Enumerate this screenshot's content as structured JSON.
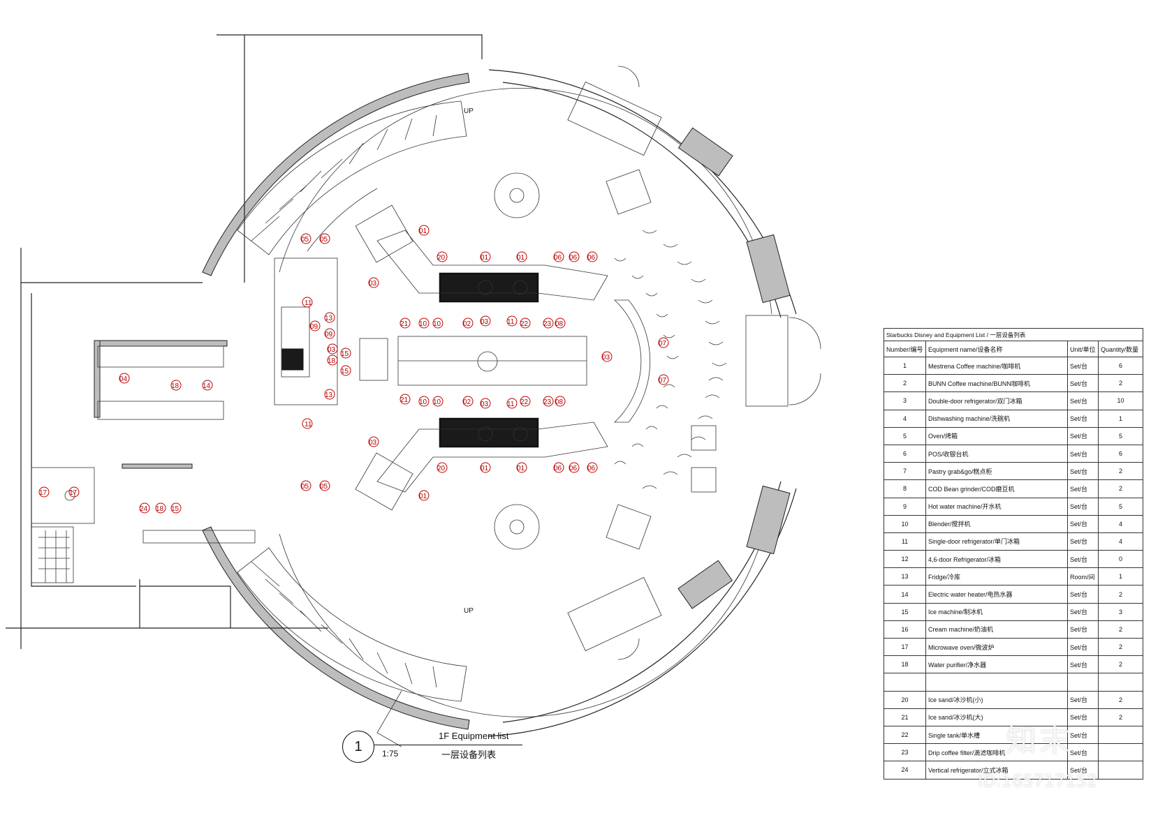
{
  "drawing": {
    "title_en": "1F Equipment list",
    "title_cn": "一层设备列表",
    "drawing_number": "1",
    "scale": "1:75",
    "up_label_top": "UP",
    "up_label_bottom": "UP"
  },
  "table": {
    "caption": "Starbucks Disney and Equipment List / 一层设备列表",
    "headers": {
      "number": "Number/编号",
      "name": "Equipment name/设备名称",
      "unit": "Unit/单位",
      "quantity": "Quantity/数量"
    },
    "rows": [
      {
        "no": "1",
        "name": "Mestrena Coffee machine/咖啡机",
        "unit": "Set/台",
        "qty": "6"
      },
      {
        "no": "2",
        "name": "BUNN Coffee machine/BUNN咖啡机",
        "unit": "Set/台",
        "qty": "2"
      },
      {
        "no": "3",
        "name": "Double-door refrigerator/双门冰箱",
        "unit": "Set/台",
        "qty": "10"
      },
      {
        "no": "4",
        "name": "Dishwashing machine/洗碗机",
        "unit": "Set/台",
        "qty": "1"
      },
      {
        "no": "5",
        "name": "Oven/烤箱",
        "unit": "Set/台",
        "qty": "5"
      },
      {
        "no": "6",
        "name": "POS/收银台机",
        "unit": "Set/台",
        "qty": "6"
      },
      {
        "no": "7",
        "name": "Pastry grab&go/糕点柜",
        "unit": "Set/台",
        "qty": "2"
      },
      {
        "no": "8",
        "name": "COD Bean grinder/COD磨豆机",
        "unit": "Set/台",
        "qty": "2"
      },
      {
        "no": "9",
        "name": "Hot water machine/开水机",
        "unit": "Set/台",
        "qty": "5"
      },
      {
        "no": "10",
        "name": "Blender/搅拌机",
        "unit": "Set/台",
        "qty": "4"
      },
      {
        "no": "11",
        "name": "Single-door refrigerator/单门冰箱",
        "unit": "Set/台",
        "qty": "4"
      },
      {
        "no": "12",
        "name": "4,6-door Refrigerator/冰箱",
        "unit": "Set/台",
        "qty": "0"
      },
      {
        "no": "13",
        "name": "Fridge/冷库",
        "unit": "Room/间",
        "qty": "1"
      },
      {
        "no": "14",
        "name": "Electric water heater/电热水器",
        "unit": "Set/台",
        "qty": "2"
      },
      {
        "no": "15",
        "name": "Ice machine/制冰机",
        "unit": "Set/台",
        "qty": "3"
      },
      {
        "no": "16",
        "name": "Cream machine/奶油机",
        "unit": "Set/台",
        "qty": "2"
      },
      {
        "no": "17",
        "name": "Microwave oven/微波炉",
        "unit": "Set/台",
        "qty": "2"
      },
      {
        "no": "18",
        "name": "Water purifier/净水器",
        "unit": "Set/台",
        "qty": "2"
      },
      {
        "no": "",
        "name": "",
        "unit": "",
        "qty": ""
      },
      {
        "no": "20",
        "name": "Ice sand/冰沙机(小)",
        "unit": "Set/台",
        "qty": "2"
      },
      {
        "no": "21",
        "name": "Ice sand/冰沙机(大)",
        "unit": "Set/台",
        "qty": "2"
      },
      {
        "no": "22",
        "name": "Single tank/单水槽",
        "unit": "Set/台",
        "qty": ""
      },
      {
        "no": "23",
        "name": "Drip coffee filter/滴滤咖啡机",
        "unit": "Set/台",
        "qty": ""
      },
      {
        "no": "24",
        "name": "Vertical refrigerator/立式冰箱",
        "unit": "Set/台",
        "qty": ""
      }
    ]
  },
  "tags": {
    "t01": "01",
    "t02": "02",
    "t03": "03",
    "t04": "04",
    "t05": "05",
    "t06": "06",
    "t07": "07",
    "t08": "08",
    "t09": "09",
    "t10": "10",
    "t11": "11",
    "t13": "13",
    "t14": "14",
    "t15": "15",
    "t17": "17",
    "t18": "18",
    "t20": "20",
    "t21": "21",
    "t22": "22",
    "t23": "23",
    "t24": "24"
  },
  "watermark": {
    "logo": "知末",
    "id": "ID:165717152"
  }
}
